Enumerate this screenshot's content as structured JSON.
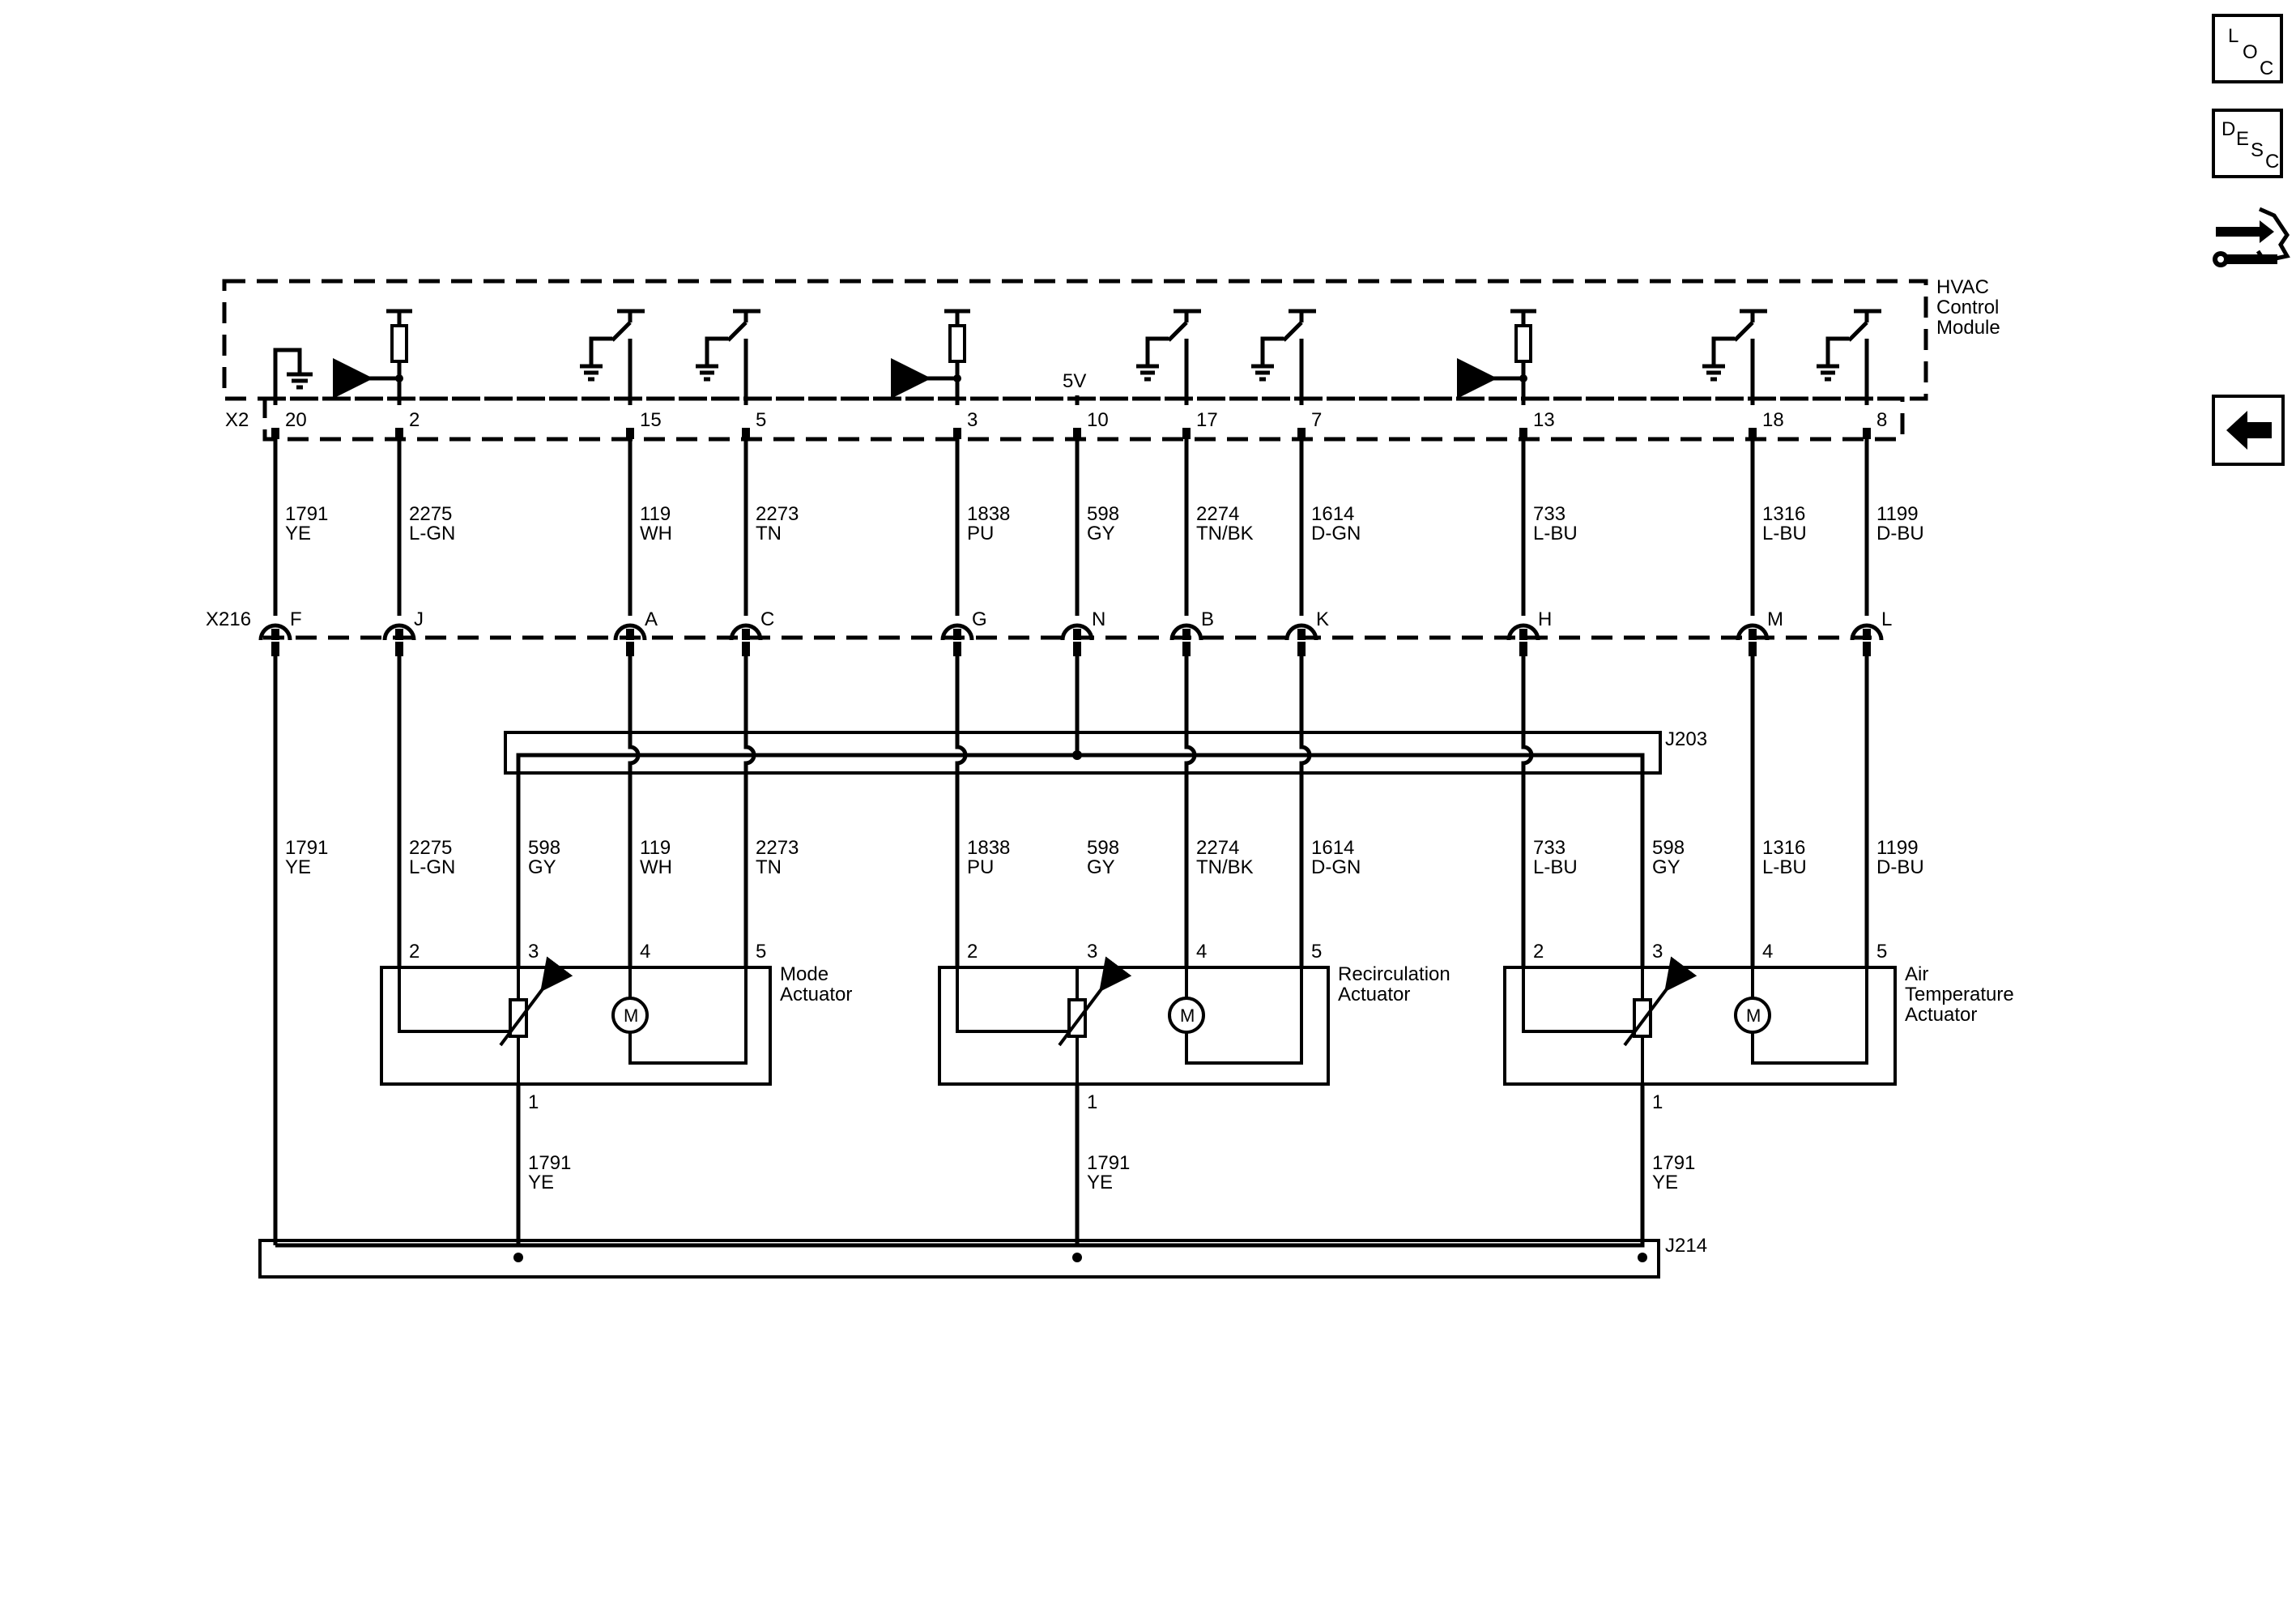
{
  "module": {
    "name_lines": [
      "HVAC",
      "Control",
      "Module"
    ],
    "connector": "X2",
    "supply_label": "5V"
  },
  "inline_connector": "X216",
  "splices": {
    "upper": "J203",
    "lower": "J214"
  },
  "circuits": [
    {
      "key": "gnd",
      "x2_pin": "20",
      "x216_cavity": "F",
      "circuit": "1791",
      "color": "YE",
      "internal": "ground"
    },
    {
      "key": "m2",
      "x2_pin": "2",
      "x216_cavity": "J",
      "circuit": "2275",
      "color": "L-GN",
      "internal": "signal"
    },
    {
      "key": "m4",
      "x2_pin": "15",
      "x216_cavity": "A",
      "circuit": "119",
      "color": "WH",
      "internal": "driver"
    },
    {
      "key": "m5",
      "x2_pin": "5",
      "x216_cavity": "C",
      "circuit": "2273",
      "color": "TN",
      "internal": "driver"
    },
    {
      "key": "r2",
      "x2_pin": "3",
      "x216_cavity": "G",
      "circuit": "1838",
      "color": "PU",
      "internal": "signal"
    },
    {
      "key": "ref",
      "x2_pin": "10",
      "x216_cavity": "N",
      "circuit": "598",
      "color": "GY",
      "internal": "supply"
    },
    {
      "key": "r4",
      "x2_pin": "17",
      "x216_cavity": "B",
      "circuit": "2274",
      "color": "TN/BK",
      "internal": "driver"
    },
    {
      "key": "r5",
      "x2_pin": "7",
      "x216_cavity": "K",
      "circuit": "1614",
      "color": "D-GN",
      "internal": "driver"
    },
    {
      "key": "a2",
      "x2_pin": "13",
      "x216_cavity": "H",
      "circuit": "733",
      "color": "L-BU",
      "internal": "signal"
    },
    {
      "key": "a4",
      "x2_pin": "18",
      "x216_cavity": "M",
      "circuit": "1316",
      "color": "L-BU",
      "internal": "driver"
    },
    {
      "key": "a5",
      "x2_pin": "8",
      "x216_cavity": "L",
      "circuit": "1199",
      "color": "D-BU",
      "internal": "driver"
    }
  ],
  "actuators": [
    {
      "name_lines": [
        "Mode",
        "Actuator"
      ],
      "pins": [
        "2",
        "3",
        "4",
        "5"
      ],
      "ground_pin": "1",
      "wires": [
        {
          "circuit": "2275",
          "color": "L-GN"
        },
        {
          "circuit": "598",
          "color": "GY"
        },
        {
          "circuit": "119",
          "color": "WH"
        },
        {
          "circuit": "2273",
          "color": "TN"
        }
      ],
      "ground_wire": {
        "circuit": "1791",
        "color": "YE"
      },
      "motor_label": "M"
    },
    {
      "name_lines": [
        "Recirculation",
        "Actuator"
      ],
      "pins": [
        "2",
        "3",
        "4",
        "5"
      ],
      "ground_pin": "1",
      "wires": [
        {
          "circuit": "1838",
          "color": "PU"
        },
        {
          "circuit": "598",
          "color": "GY"
        },
        {
          "circuit": "2274",
          "color": "TN/BK"
        },
        {
          "circuit": "1614",
          "color": "D-GN"
        }
      ],
      "ground_wire": {
        "circuit": "1791",
        "color": "YE"
      },
      "motor_label": "M"
    },
    {
      "name_lines": [
        "Air",
        "Temperature",
        "Actuator"
      ],
      "pins": [
        "2",
        "3",
        "4",
        "5"
      ],
      "ground_pin": "1",
      "wires": [
        {
          "circuit": "733",
          "color": "L-BU"
        },
        {
          "circuit": "598",
          "color": "GY"
        },
        {
          "circuit": "1316",
          "color": "L-BU"
        },
        {
          "circuit": "1199",
          "color": "D-BU"
        }
      ],
      "ground_wire": {
        "circuit": "1791",
        "color": "YE"
      },
      "motor_label": "M"
    }
  ],
  "lower_left_wire": {
    "circuit": "1791",
    "color": "YE"
  },
  "sidebar": {
    "loc": {
      "a": "L",
      "b": "O",
      "c": "C"
    },
    "desc": {
      "a": "D",
      "b": "E",
      "c": "S",
      "d": "C"
    },
    "connector_end_view_icon": "connector-end-view-icon",
    "back_icon": "back-arrow-icon"
  },
  "colors": {
    "line": "#000000",
    "background": "#ffffff"
  }
}
